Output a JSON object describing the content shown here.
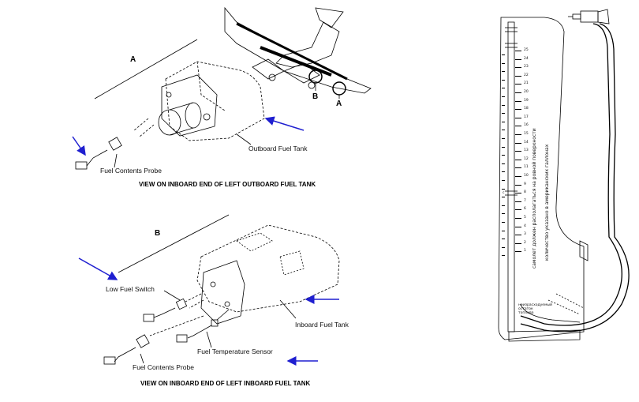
{
  "colors": {
    "arrow": "#1f1fd0",
    "ink": "#000000"
  },
  "views": {
    "outboard": {
      "callout_a_main": "A",
      "callout_a_plane": "A",
      "callout_b_plane": "B",
      "tank_label": "Outboard Fuel Tank",
      "probe_label": "Fuel Contents Probe",
      "caption_part1": "VIEW ON ",
      "caption_bold": "INBO",
      "caption_part2": "ARD END OF LEFT OUTBOARD FUEL TANK"
    },
    "inboard": {
      "callout_b_main": "B",
      "switch_label": "Low Fuel Switch",
      "tank_label": "Inboard Fuel Tank",
      "temp_label": "Fuel Temperature Sensor",
      "probe_label": "Fuel Contents Probe",
      "caption": "VIEW ON INBOARD END OF LEFT INBOARD FUEL TANK"
    }
  },
  "gauge": {
    "ticks": [
      "25",
      "24",
      "23",
      "22",
      "21",
      "20",
      "19",
      "18",
      "17",
      "16",
      "15",
      "14",
      "13",
      "12",
      "11",
      "10",
      "9",
      "8",
      "7",
      "6",
      "5",
      "4",
      "3",
      "2",
      "1"
    ],
    "letter_c": "с",
    "vertical_text_1": "самолет должен располагаться на ровной поверхности",
    "vertical_text_2": "количество указано в американских галлонах",
    "small_note": "неизрасходуемый остаток топлива"
  }
}
